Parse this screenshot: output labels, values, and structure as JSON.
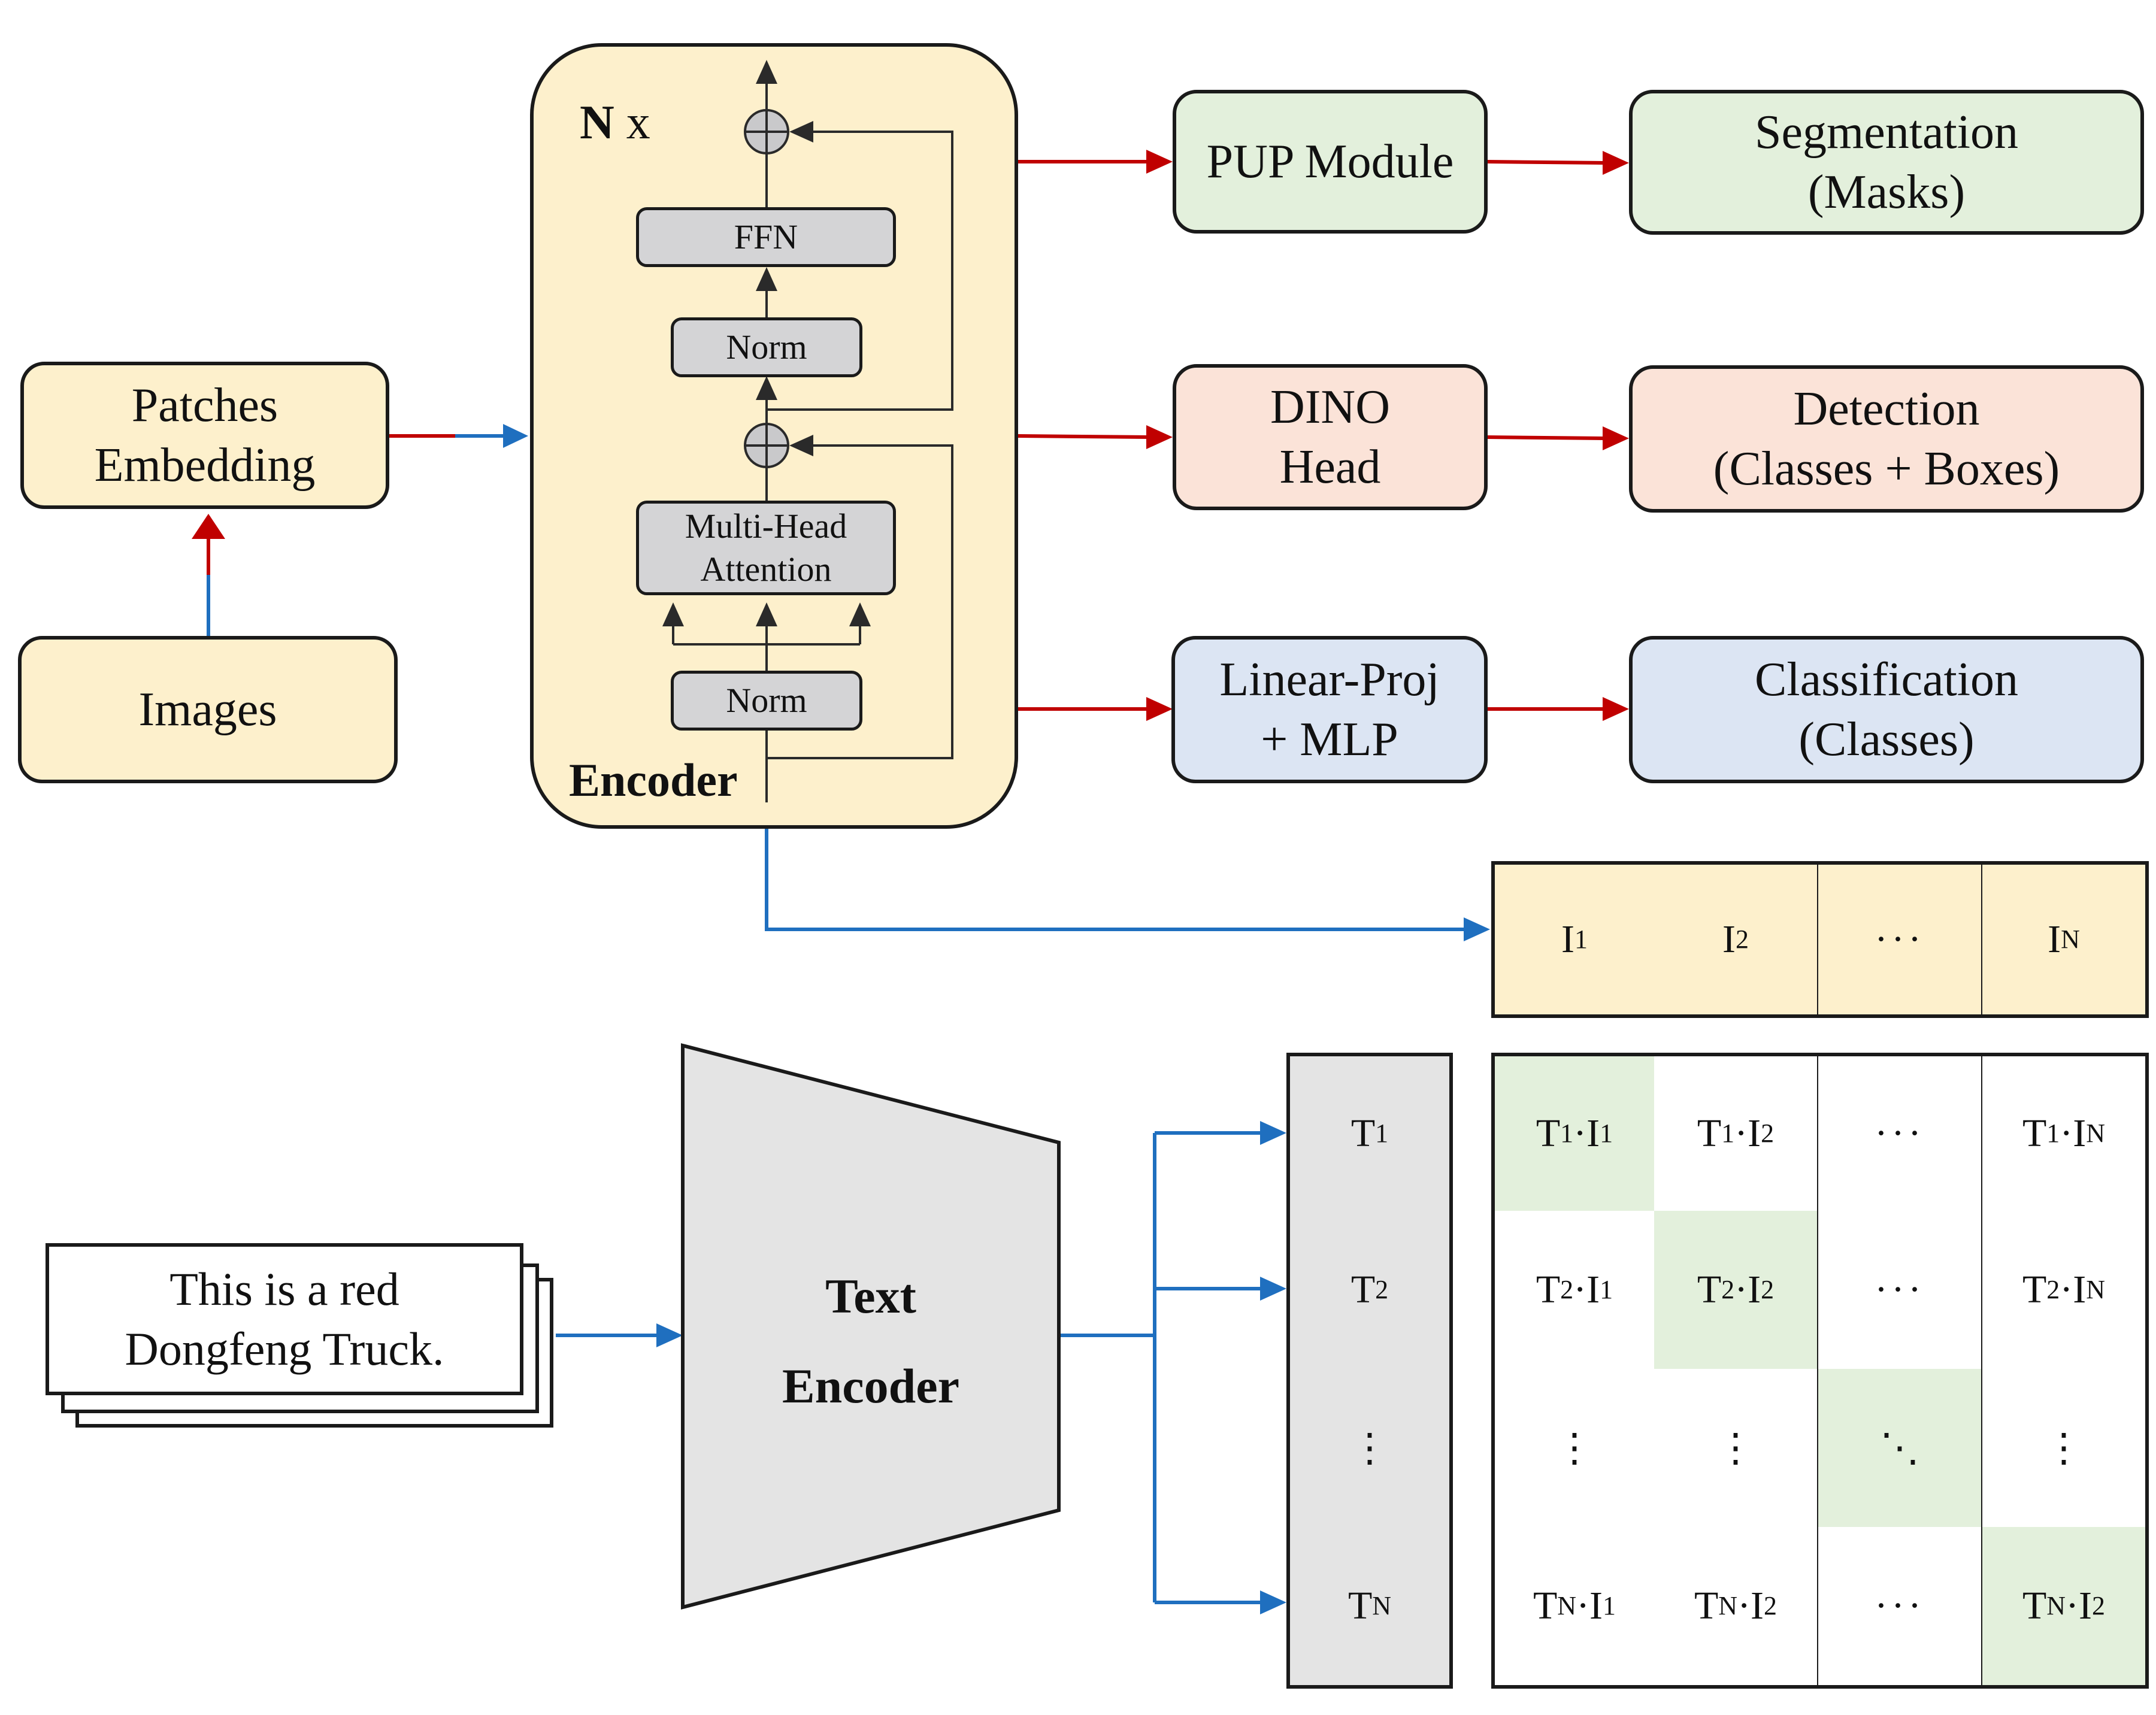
{
  "encoder": {
    "repeat_bold": "N",
    "repeat_x": "x",
    "title": "Encoder",
    "ffn": "FFN",
    "norm_top": "Norm",
    "mha_line1": "Multi-Head",
    "mha_line2": "Attention",
    "norm_bottom": "Norm"
  },
  "inputs": {
    "patches_line1": "Patches",
    "patches_line2": "Embedding",
    "images": "Images"
  },
  "heads": {
    "pup": "PUP Module",
    "dino_line1": "DINO",
    "dino_line2": "Head",
    "linear_line1": "Linear-Proj",
    "linear_line2": "+ MLP"
  },
  "outputs": {
    "seg_line1": "Segmentation",
    "seg_line2": "(Masks)",
    "det_line1": "Detection",
    "det_line2": "(Classes + Boxes)",
    "cls_line1": "Classification",
    "cls_line2": "(Classes)"
  },
  "text": {
    "caption_line1": "This is a red",
    "caption_line2": "Dongfeng Truck.",
    "encoder_line1": "Text",
    "encoder_line2": "Encoder"
  },
  "image_features": [
    {
      "base": "I",
      "sub": "1"
    },
    {
      "base": "I",
      "sub": "2"
    },
    {
      "base": "···",
      "sub": ""
    },
    {
      "base": "I",
      "sub": "N"
    }
  ],
  "text_features": [
    {
      "base": "T",
      "sub": "1"
    },
    {
      "base": "T",
      "sub": "2"
    },
    {
      "base": "⋮",
      "sub": ""
    },
    {
      "base": "T",
      "sub": "N"
    }
  ],
  "similarity_matrix": [
    [
      {
        "a": "T",
        "as": "1",
        "b": "I",
        "bs": "1",
        "hl": true
      },
      {
        "a": "T",
        "as": "1",
        "b": "I",
        "bs": "2",
        "hl": false
      },
      {
        "sym": "···",
        "hl": false
      },
      {
        "a": "T",
        "as": "1",
        "b": "I",
        "bs": "N",
        "hl": false
      }
    ],
    [
      {
        "a": "T",
        "as": "2",
        "b": "I",
        "bs": "1",
        "hl": false
      },
      {
        "a": "T",
        "as": "2",
        "b": "I",
        "bs": "2",
        "hl": true
      },
      {
        "sym": "···",
        "hl": false
      },
      {
        "a": "T",
        "as": "2",
        "b": "I",
        "bs": "N",
        "hl": false
      }
    ],
    [
      {
        "sym": "⋮",
        "hl": false
      },
      {
        "sym": "⋮",
        "hl": false
      },
      {
        "sym": "⋱",
        "hl": true
      },
      {
        "sym": "⋮",
        "hl": false
      }
    ],
    [
      {
        "a": "T",
        "as": "N",
        "b": "I",
        "bs": "1",
        "hl": false
      },
      {
        "a": "T",
        "as": "N",
        "b": "I",
        "bs": "2",
        "hl": false
      },
      {
        "sym": "···",
        "hl": false
      },
      {
        "a": "T",
        "as": "N",
        "b": "I",
        "bs": "2",
        "hl": true
      }
    ]
  ],
  "colors": {
    "red_arrow": "#c00000",
    "blue_arrow": "#1f6fbf",
    "line": "#2a2a2a",
    "box_yellow": "#fdf0cc",
    "box_green": "#e3f0dc",
    "box_orange": "#fbe3d8",
    "box_blue": "#dce5f3",
    "inner_gray": "#d4d4d6",
    "matrix_highlight": "#e3f0dc",
    "text_feature_fill": "#e4e4e4"
  }
}
